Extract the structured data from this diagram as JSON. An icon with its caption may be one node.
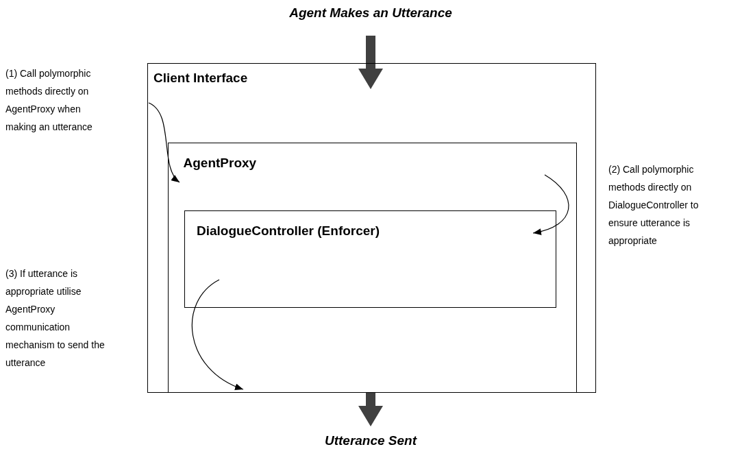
{
  "diagram": {
    "nodes": [
      {
        "text": [
          "Agent Makes an Utterance"
        ]
      },
      {
        "text": [
          "Client Interface"
        ]
      },
      {
        "text": [
          "AgentProxy"
        ],
        "in": 1
      },
      {
        "text": [
          "DialogueController (Enforcer)"
        ],
        "in": 2
      },
      {
        "text": [
          "Utterance Sent"
        ]
      }
    ],
    "edges": [
      {
        "from": 0,
        "to": 1,
        "arrow": "to",
        "style": "thick",
        "color": "#404040"
      },
      {
        "from": 1,
        "to": 2,
        "arrow": "to"
      },
      {
        "from": 2,
        "to": 3,
        "arrow": "to"
      },
      {
        "from": 3,
        "to": 2,
        "arrow": "to"
      },
      {
        "from": 1,
        "to": 4,
        "arrow": "to",
        "style": "thick",
        "color": "#404040"
      }
    ],
    "labels": [
      "(1) Call polymorphic methods directly on AgentProxy when making  an utterance",
      "(2) Call polymorphic methods directly on DialogueController to ensure utterance is appropriate",
      "(3) If utterance  is appropriate utilise AgentProxy communication mechanism to send the utterance"
    ]
  }
}
